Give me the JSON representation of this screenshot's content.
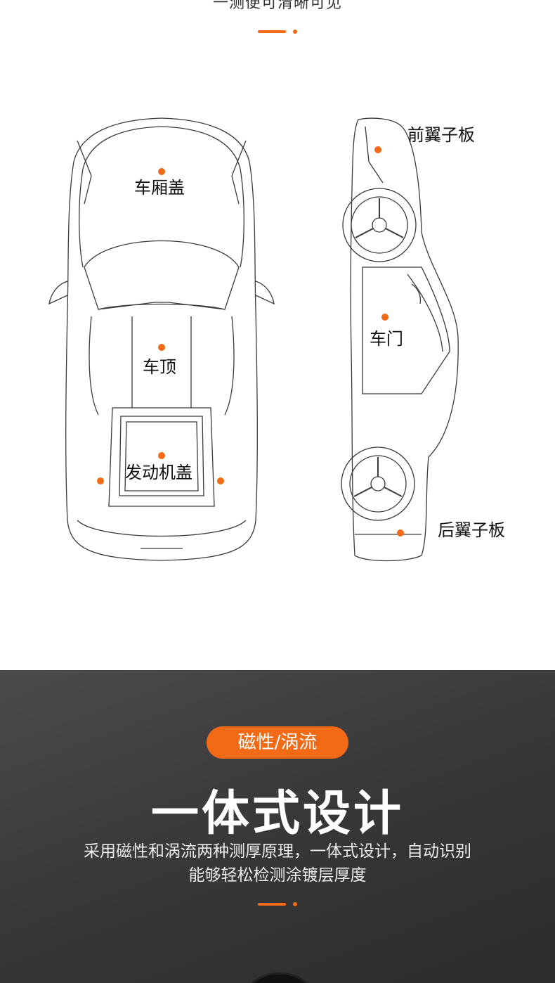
{
  "top_section": {
    "title": "一测便可清晰可见",
    "labels": {
      "trunk": "车厢盖",
      "roof": "车顶",
      "hood": "发动机盖",
      "front_fender": "前翼子板",
      "door": "车门",
      "rear_fender": "后翼子板"
    },
    "accent_color": "#f26a16"
  },
  "dark_section": {
    "badge": "磁性/涡流",
    "headline": "一体式设计",
    "description_line1": "采用磁性和涡流两种测厚原理，一体式设计，自动识别",
    "description_line2": "能够轻松检测涂镀层厚度"
  }
}
